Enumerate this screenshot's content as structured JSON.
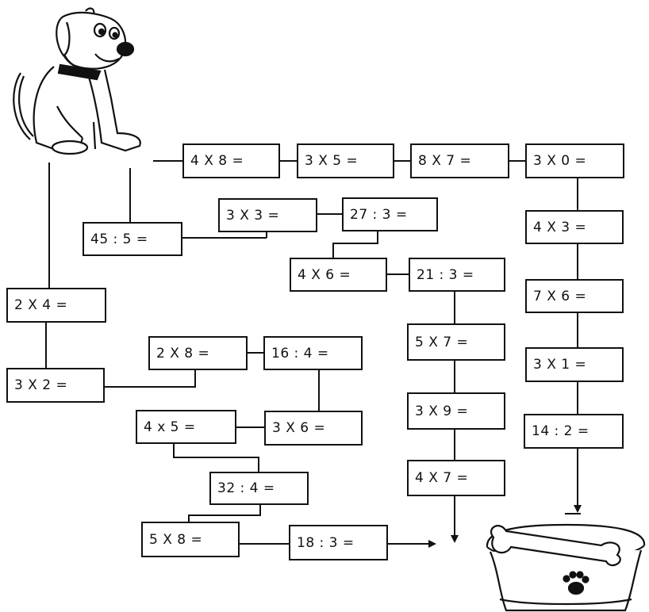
{
  "boxes": [
    {
      "id": "b1",
      "text": "4 X 8 ="
    },
    {
      "id": "b2",
      "text": "3 X 5 ="
    },
    {
      "id": "b3",
      "text": "8 X 7 ="
    },
    {
      "id": "b4",
      "text": "3 X 0 ="
    },
    {
      "id": "b5",
      "text": "45 : 5 ="
    },
    {
      "id": "b6",
      "text": "3 X 3 ="
    },
    {
      "id": "b7",
      "text": "27 : 3 ="
    },
    {
      "id": "b8",
      "text": "4 X 3 ="
    },
    {
      "id": "b9",
      "text": "4 X 6 ="
    },
    {
      "id": "b10",
      "text": "21 : 3 ="
    },
    {
      "id": "b11",
      "text": "2 X 4 ="
    },
    {
      "id": "b12",
      "text": "7 X 6 ="
    },
    {
      "id": "b13",
      "text": "2 X 8 ="
    },
    {
      "id": "b14",
      "text": "16 : 4 ="
    },
    {
      "id": "b15",
      "text": "5 X 7 ="
    },
    {
      "id": "b16",
      "text": "3 X 2 ="
    },
    {
      "id": "b17",
      "text": "3 X 1 ="
    },
    {
      "id": "b18",
      "text": "3 X 9 ="
    },
    {
      "id": "b19",
      "text": "4 x 5 ="
    },
    {
      "id": "b20",
      "text": "3 X 6 ="
    },
    {
      "id": "b21",
      "text": "14 : 2 ="
    },
    {
      "id": "b22",
      "text": "32 : 4 ="
    },
    {
      "id": "b23",
      "text": "4 X 7 ="
    },
    {
      "id": "b24",
      "text": "5 X 8 ="
    },
    {
      "id": "b25",
      "text": "18 : 3 ="
    }
  ],
  "icons": {
    "start": "dog-icon",
    "goal": "dog-bowl-with-bone-icon",
    "bowl_mark": "paw-print-icon"
  }
}
